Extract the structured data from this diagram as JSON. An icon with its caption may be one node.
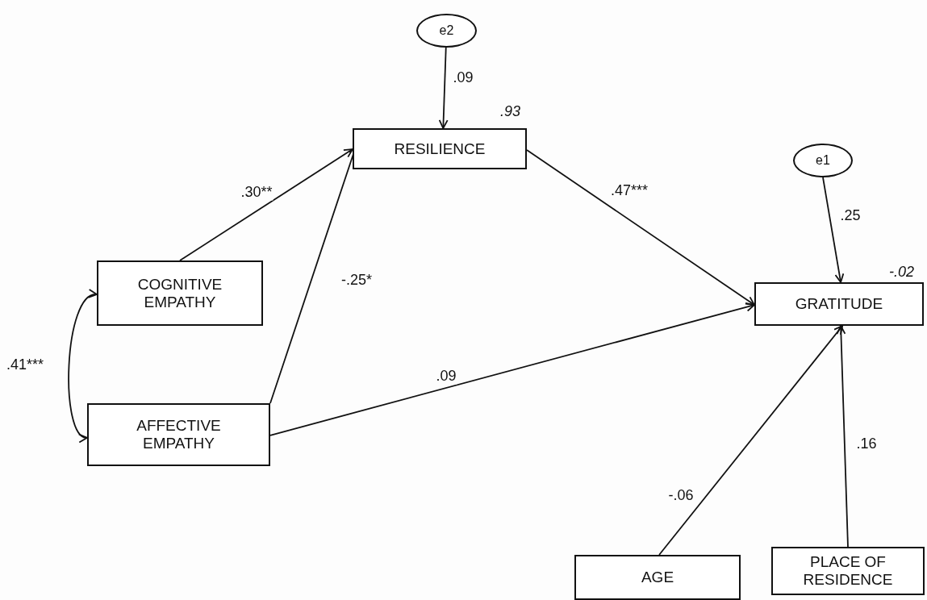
{
  "diagram": {
    "nodes": [
      {
        "text": [
          "e2"
        ]
      },
      {
        "text": [
          "RESILIENCE"
        ],
        "beside": [
          ".93"
        ]
      },
      {
        "text": [
          "e1"
        ]
      },
      {
        "text": [
          "COGNITIVE EMPATHY"
        ]
      },
      {
        "text": [
          "GRATITUDE"
        ],
        "beside": [
          "-.02"
        ]
      },
      {
        "text": [
          "AFFECTIVE EMPATHY"
        ]
      },
      {
        "text": [
          "AGE"
        ]
      },
      {
        "text": [
          "PLACE OF RESIDENCE"
        ]
      }
    ],
    "edges": [
      {
        "from": 0,
        "to": 1,
        "arrow": "to",
        "label": ".09"
      },
      {
        "from": 3,
        "to": 1,
        "arrow": "to",
        "label": ".30**"
      },
      {
        "from": 5,
        "to": 1,
        "arrow": "to",
        "label": "-.25*"
      },
      {
        "from": 1,
        "to": 4,
        "arrow": "to",
        "label": ".47***"
      },
      {
        "from": 2,
        "to": 4,
        "arrow": "to",
        "label": ".25"
      },
      {
        "from": 5,
        "to": 4,
        "arrow": "to",
        "label": ".09"
      },
      {
        "from": 6,
        "to": 4,
        "arrow": "to",
        "label": "-.06"
      },
      {
        "from": 7,
        "to": 4,
        "arrow": "to",
        "label": ".16"
      },
      {
        "from": 3,
        "to": 5,
        "arrow": "both",
        "label": ".41***"
      }
    ]
  }
}
